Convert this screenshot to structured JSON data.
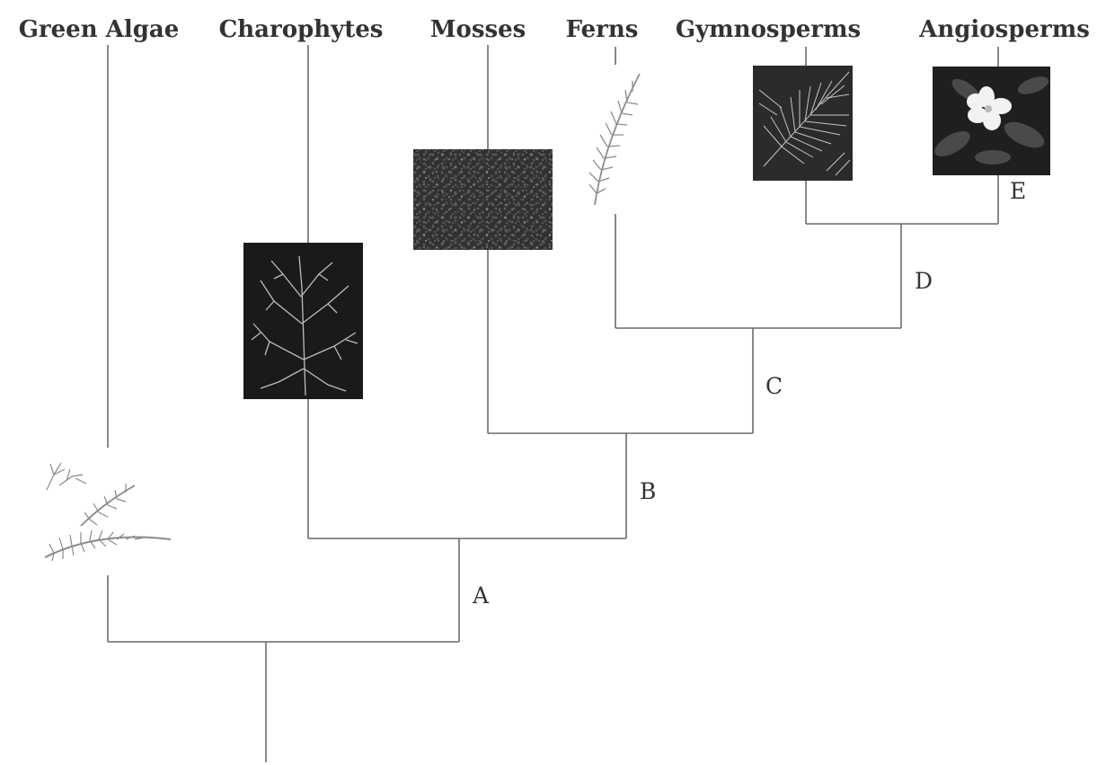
{
  "taxa": [
    {
      "id": "green-algae",
      "label": "Green Algae"
    },
    {
      "id": "charophytes",
      "label": "Charophytes"
    },
    {
      "id": "mosses",
      "label": "Mosses"
    },
    {
      "id": "ferns",
      "label": "Ferns"
    },
    {
      "id": "gymnosperms",
      "label": "Gymnosperms"
    },
    {
      "id": "angiosperms",
      "label": "Angiosperms"
    }
  ],
  "nodes": [
    {
      "id": "a",
      "label": "A"
    },
    {
      "id": "b",
      "label": "B"
    },
    {
      "id": "c",
      "label": "C"
    },
    {
      "id": "d",
      "label": "D"
    },
    {
      "id": "e",
      "label": "E"
    }
  ],
  "photos": [
    {
      "taxon": "green-algae",
      "icon": "green-algae-sprig-icon"
    },
    {
      "taxon": "charophytes",
      "icon": "charophyte-photo-icon"
    },
    {
      "taxon": "mosses",
      "icon": "moss-photo-icon"
    },
    {
      "taxon": "ferns",
      "icon": "fern-frond-icon"
    },
    {
      "taxon": "gymnosperms",
      "icon": "pine-needles-photo-icon"
    },
    {
      "taxon": "angiosperms",
      "icon": "flower-photo-icon"
    }
  ],
  "colors": {
    "line": "#6a6a6a",
    "text": "#333333",
    "photo_bg": "#1e1e1e"
  }
}
